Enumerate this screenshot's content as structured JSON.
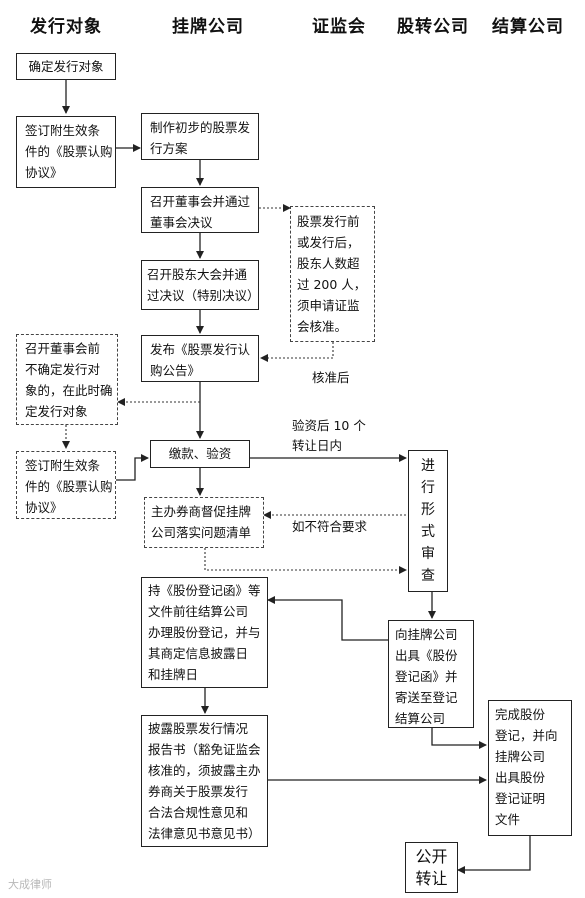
{
  "headers": [
    "发行对象",
    "挂牌公司",
    "证监会",
    "股转公司",
    "结算公司"
  ],
  "boxes": {
    "confirm_target": [
      "确定发行对象"
    ],
    "sign_agreement_1": [
      "签订附生效条",
      "件的《股票认购",
      "协议》"
    ],
    "prelim_plan": [
      "制作初步的股票发",
      "行方案"
    ],
    "board_meeting": [
      "召开董事会并通过",
      "董事会决议"
    ],
    "shareholders_meeting": [
      "召开股东大会并通",
      "过决议（特别决议）"
    ],
    "csrc_note": [
      "股票发行前",
      "或发行后，",
      "股东人数超",
      "过 200 人，",
      "须申请证监",
      "会核准。"
    ],
    "undetermined_note": [
      "召开董事会前",
      "不确定发行对",
      "象的，在此时确",
      "定发行对象"
    ],
    "publish_notice": [
      "发布《股票发行认",
      "购公告》"
    ],
    "sign_agreement_2": [
      "签订附生效条",
      "件的《股票认购",
      "协议》"
    ],
    "payment_verify": [
      "缴款、验资"
    ],
    "sponsor_fix": [
      "主办券商督促挂牌",
      "公司落实问题清单"
    ],
    "formal_review": [
      "进",
      "行",
      "形",
      "式",
      "审",
      "查"
    ],
    "register_shares": [
      "持《股份登记函》等",
      "文件前往结算公司",
      "办理股份登记，并与",
      "其商定信息披露日",
      "和挂牌日"
    ],
    "issue_letter": [
      "向挂牌公司",
      "出具《股份",
      "登记函》并",
      "寄送至登记",
      "结算公司"
    ],
    "disclose_report": [
      "披露股票发行情况",
      "报告书（豁免证监会",
      "核准的，须披露主办",
      "券商关于股票发行",
      "合法合规性意见和",
      "法律意见书意见书）"
    ],
    "complete_registration": [
      "完成股份",
      "登记，并向",
      "挂牌公司",
      "出具股份",
      "登记证明",
      "文件"
    ],
    "public_transfer": [
      "公开",
      "转让"
    ]
  },
  "labels": {
    "approved": "核准后",
    "after_verify": [
      "验资后 10 个",
      "转让日内"
    ],
    "nonconforming": "如不符合要求"
  },
  "watermark": "大成律师"
}
